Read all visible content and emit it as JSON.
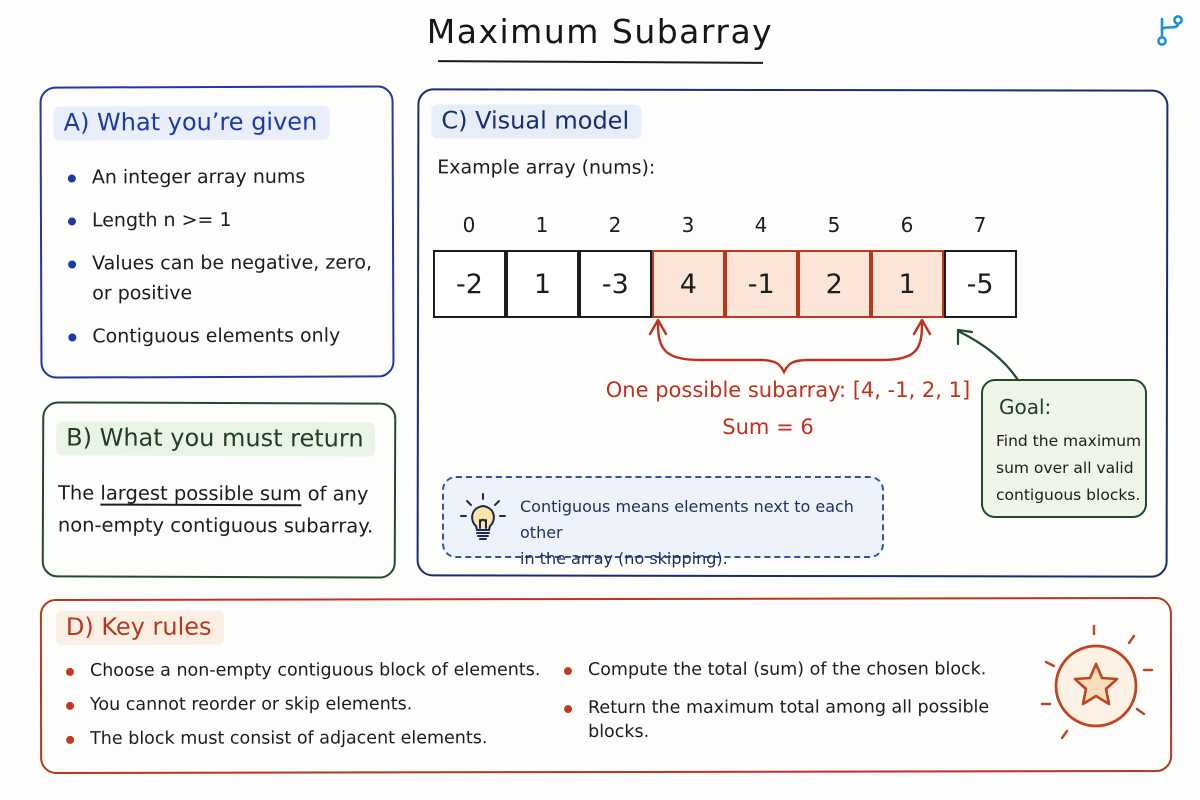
{
  "title": "Maximum Subarray",
  "logo_icon": "branch-icon",
  "panel_a": {
    "heading": "A) What you’re given",
    "items": [
      "An integer array nums",
      "Length n >= 1",
      "Values can be negative, zero, or positive",
      "Contiguous elements only"
    ]
  },
  "panel_b": {
    "heading": "B) What you must return",
    "text_before": "The ",
    "text_emphasis": "largest possible sum",
    "text_after": " of any non-empty contiguous subarray."
  },
  "panel_c": {
    "heading": "C) Visual model",
    "example_label": "Example array (nums):",
    "indices": [
      "0",
      "1",
      "2",
      "3",
      "4",
      "5",
      "6",
      "7"
    ],
    "values": [
      "-2",
      "1",
      "-3",
      "4",
      "-1",
      "2",
      "1",
      "-5"
    ],
    "highlight_start": 3,
    "highlight_end": 6,
    "subarray_label": "One possible subarray: [4, -1, 2, 1]",
    "sum_label": "Sum = 6",
    "tip_icon": "lightbulb-icon",
    "tip_line1": "Contiguous means elements next to each other",
    "tip_line2": "in the array (no skipping).",
    "goal_title": "Goal:",
    "goal_text": "Find the maximum sum over all valid contiguous blocks."
  },
  "panel_d": {
    "heading": "D) Key rules",
    "left_items": [
      "Choose a non-empty contiguous block of elements.",
      "You cannot reorder or skip elements.",
      "The block must consist of adjacent elements."
    ],
    "right_items": [
      "Compute the total (sum) of the chosen block.",
      "Return the maximum total among all possible blocks."
    ],
    "badge_icon": "star-icon"
  },
  "colors": {
    "blue": "#1b3aa6",
    "navy": "#172d6e",
    "green": "#234a2c",
    "red": "#b5391d",
    "highlight_fill": "#fbe5d8"
  }
}
